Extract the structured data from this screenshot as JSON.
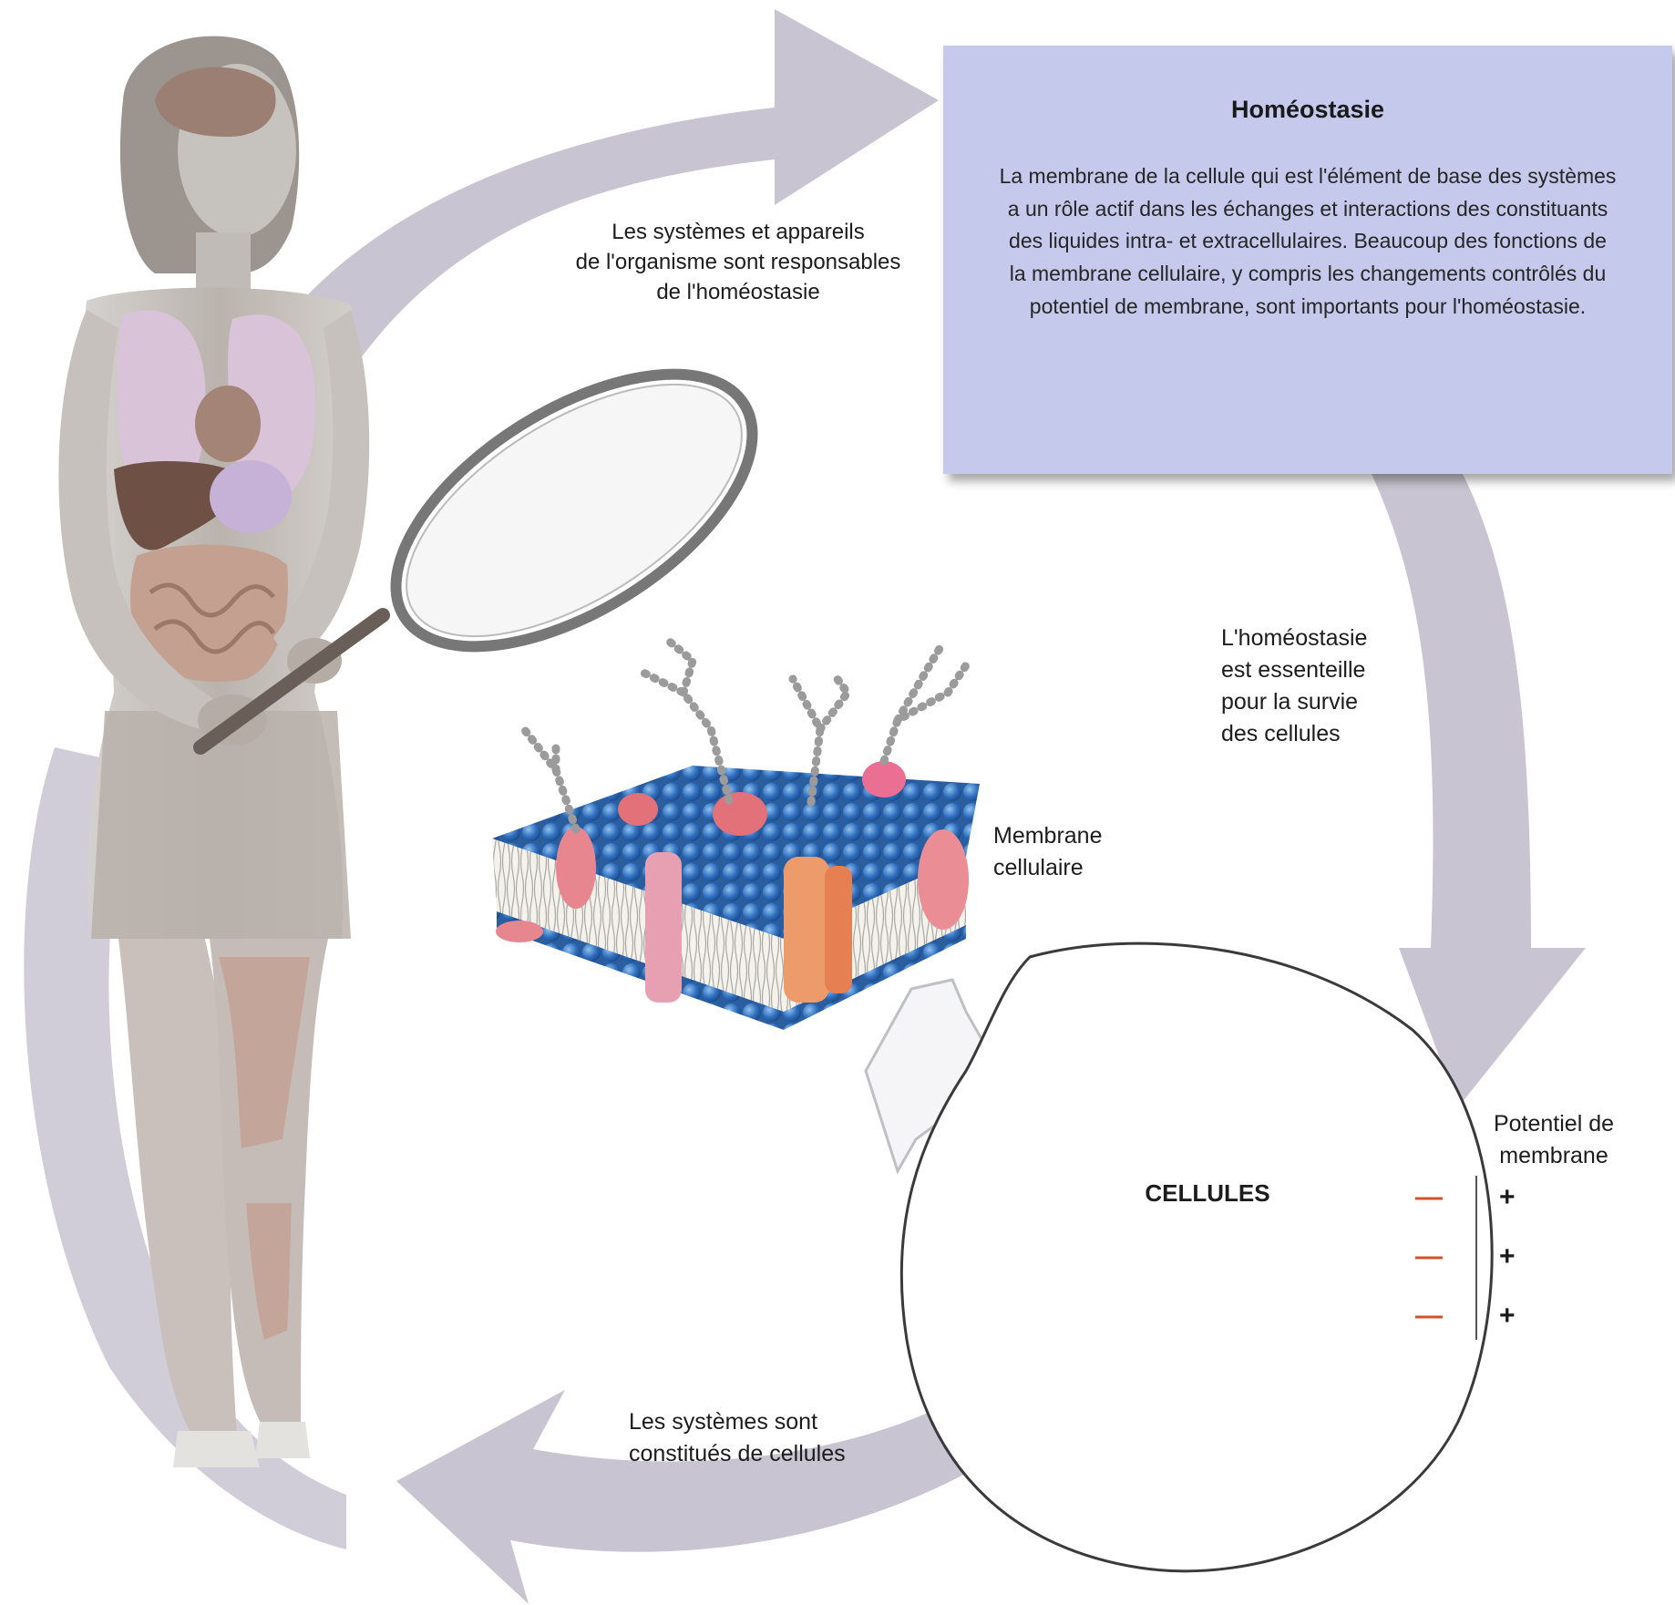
{
  "box": {
    "title": "Homéostasie",
    "body": "La membrane de la cellule qui est l'élément de base des systèmes a un rôle actif dans les échanges et interactions des constituants des liquides intra- et extracellulaires. Beaucoup des fonctions de la membrane cellulaire, y compris les changements contrôlés du potentiel de membrane, sont importants pour l'homéostasie."
  },
  "labels": {
    "systems_responsible": [
      "Les systèmes et appareils",
      "de l'organisme sont responsables",
      "de l'homéostasie"
    ],
    "essential": [
      "L'homéostasie",
      "est essenteille",
      "pour la survie",
      "des cellules"
    ],
    "membrane": [
      "Membrane",
      "cellulaire"
    ],
    "made_of_cells": [
      "Les systèmes sont",
      "constitués de cellules"
    ],
    "cells": "CELLULES",
    "potential": [
      "Potentiel de",
      "membrane"
    ],
    "minus": "—",
    "plus": "+"
  },
  "colors": {
    "arrow": "#c8c4d1",
    "box": "#c5c9ec",
    "minus": "#d4502b",
    "lipid_head": "#3a7bc8",
    "protein": "#e8868f"
  }
}
